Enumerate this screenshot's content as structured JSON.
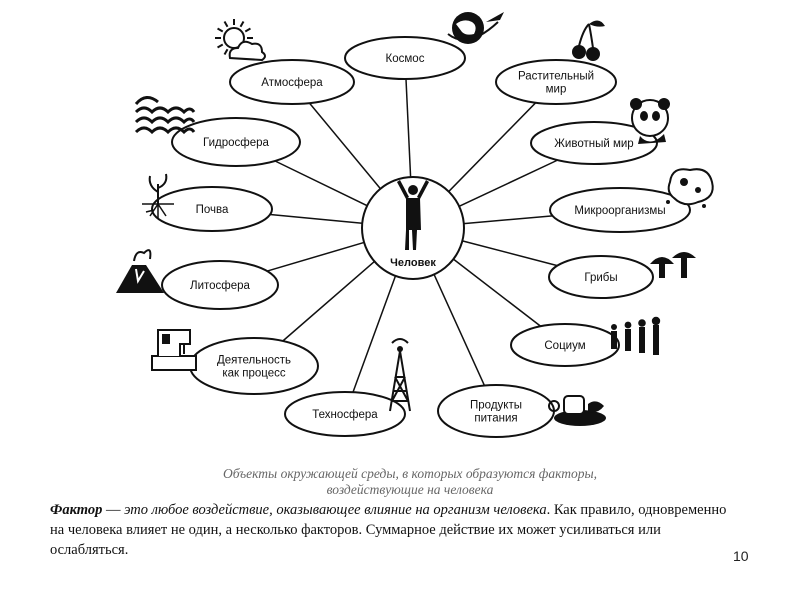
{
  "diagram": {
    "center": "Человек",
    "nodes": [
      {
        "id": "kosmos",
        "lines": [
          "Космос"
        ],
        "icon": "globe-rocket-icon"
      },
      {
        "id": "rastitelny-mir",
        "lines": [
          "Растительный",
          "мир"
        ],
        "icon": "cherries-icon"
      },
      {
        "id": "zhivotny-mir",
        "lines": [
          "Животный мир"
        ],
        "icon": "panda-icon"
      },
      {
        "id": "mikroorganizmy",
        "lines": [
          "Микроорганизмы"
        ],
        "icon": "microbe-icon"
      },
      {
        "id": "griby",
        "lines": [
          "Грибы"
        ],
        "icon": "mushrooms-icon"
      },
      {
        "id": "sotsium",
        "lines": [
          "Социум"
        ],
        "icon": "people-group-icon"
      },
      {
        "id": "produkty-pitaniya",
        "lines": [
          "Продукты",
          "питания"
        ],
        "icon": "food-icon"
      },
      {
        "id": "tekhnosfera",
        "lines": [
          "Техносфера"
        ],
        "icon": "radio-tower-icon"
      },
      {
        "id": "deyatelnost",
        "lines": [
          "Деятельность",
          "как процесс"
        ],
        "icon": "sewing-machine-icon"
      },
      {
        "id": "litosfera",
        "lines": [
          "Литосфера"
        ],
        "icon": "volcano-icon"
      },
      {
        "id": "pochva",
        "lines": [
          "Почва"
        ],
        "icon": "sprout-icon"
      },
      {
        "id": "gidrosfera",
        "lines": [
          "Гидросфера"
        ],
        "icon": "waves-icon"
      },
      {
        "id": "atmosfera",
        "lines": [
          "Атмосфера"
        ],
        "icon": "sun-cloud-icon"
      }
    ]
  },
  "caption": {
    "line1": "Объекты окружающей среды, в которых образуются факторы,",
    "line2": "воздействующие на человека"
  },
  "paragraph": {
    "term": "Фактор",
    "dash": " — ",
    "definition": "это любое воздействие, оказывающее влияние на организм человека",
    "rest": ". Как правило, одновременно на человека влияет не один, а несколько факторов. Суммарное действие их может усиливаться или ослабляться."
  },
  "page_number": "10"
}
